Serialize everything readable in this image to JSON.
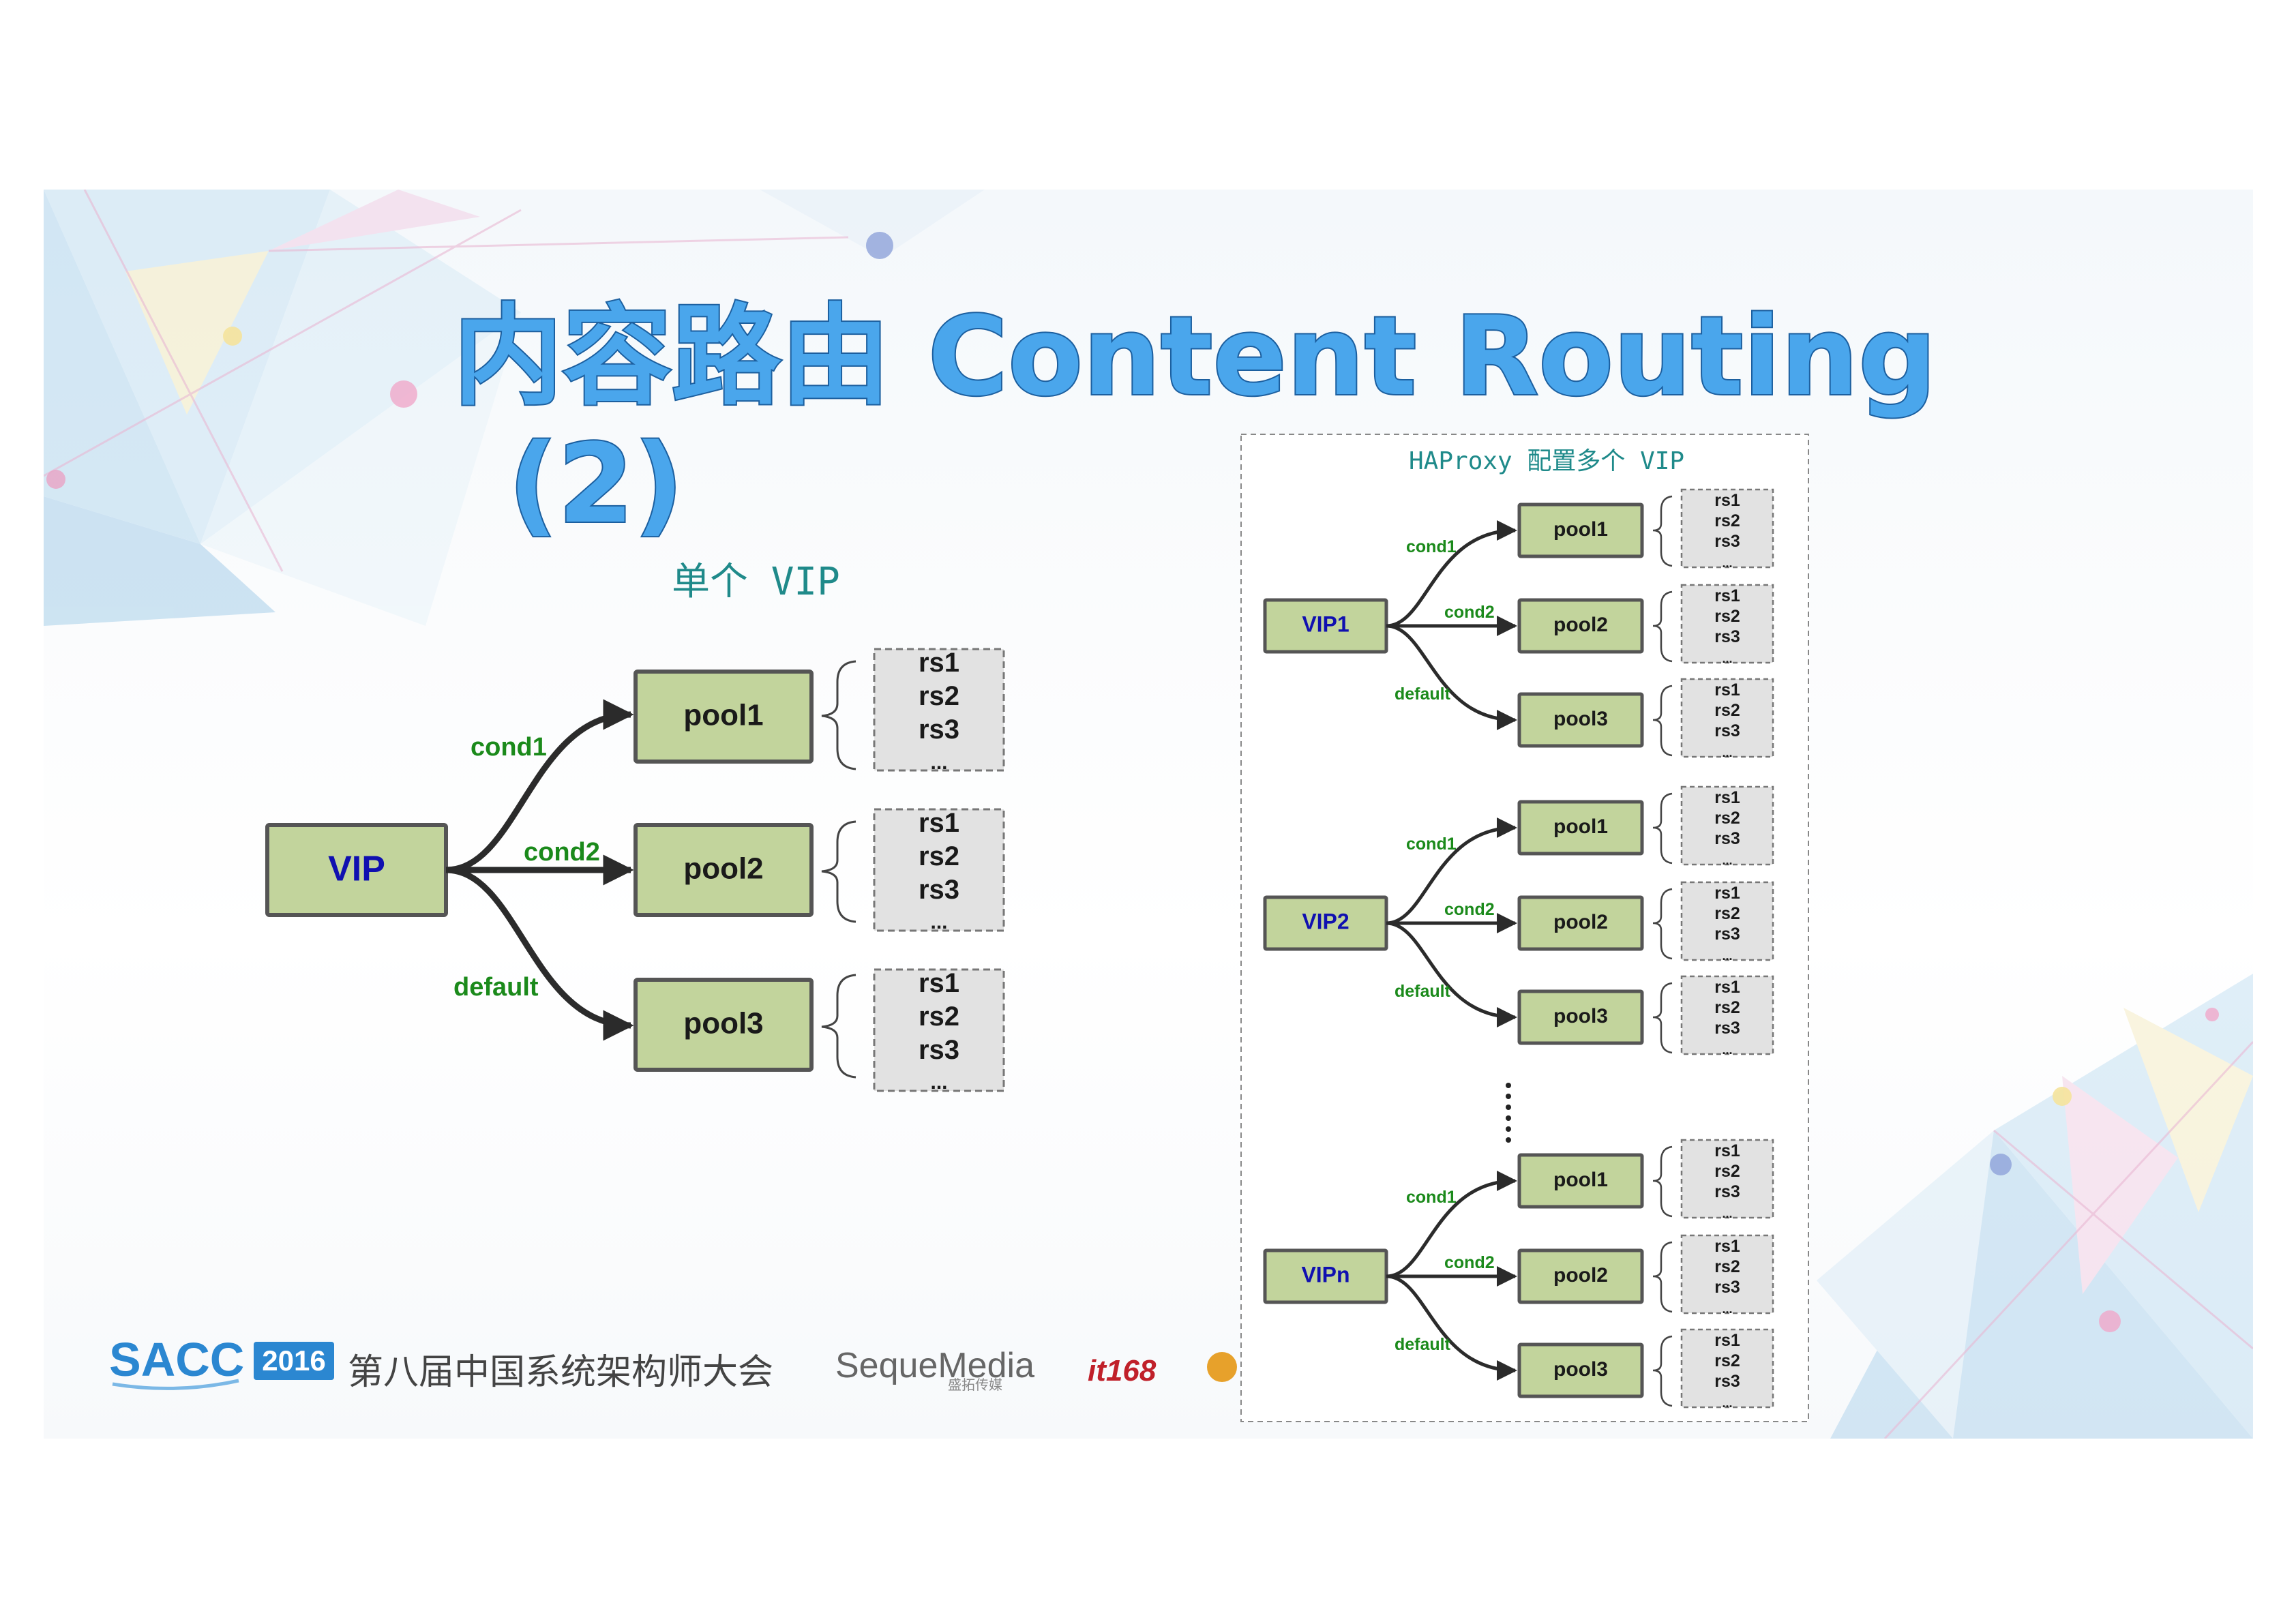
{
  "title": {
    "line1": "内容路由 Content Routing",
    "line2": "(2)"
  },
  "single": {
    "caption": "单个 VIP",
    "vip": "VIP",
    "routes": [
      {
        "cond": "cond1",
        "pool": "pool1",
        "servers": [
          "rs1",
          "rs2",
          "rs3",
          "..."
        ]
      },
      {
        "cond": "cond2",
        "pool": "pool2",
        "servers": [
          "rs1",
          "rs2",
          "rs3",
          "..."
        ]
      },
      {
        "cond": "default",
        "pool": "pool3",
        "servers": [
          "rs1",
          "rs2",
          "rs3",
          "..."
        ]
      }
    ]
  },
  "multi": {
    "caption": "HAProxy 配置多个 VIP",
    "groups": [
      {
        "vip": "VIP1",
        "routes": [
          {
            "cond": "cond1",
            "pool": "pool1",
            "servers": [
              "rs1",
              "rs2",
              "rs3",
              "..."
            ]
          },
          {
            "cond": "cond2",
            "pool": "pool2",
            "servers": [
              "rs1",
              "rs2",
              "rs3",
              "..."
            ]
          },
          {
            "cond": "default",
            "pool": "pool3",
            "servers": [
              "rs1",
              "rs2",
              "rs3",
              "..."
            ]
          }
        ]
      },
      {
        "vip": "VIP2",
        "routes": [
          {
            "cond": "cond1",
            "pool": "pool1",
            "servers": [
              "rs1",
              "rs2",
              "rs3",
              "..."
            ]
          },
          {
            "cond": "cond2",
            "pool": "pool2",
            "servers": [
              "rs1",
              "rs2",
              "rs3",
              "..."
            ]
          },
          {
            "cond": "default",
            "pool": "pool3",
            "servers": [
              "rs1",
              "rs2",
              "rs3",
              "..."
            ]
          }
        ]
      },
      {
        "vip": "VIPn",
        "routes": [
          {
            "cond": "cond1",
            "pool": "pool1",
            "servers": [
              "rs1",
              "rs2",
              "rs3",
              "..."
            ]
          },
          {
            "cond": "cond2",
            "pool": "pool2",
            "servers": [
              "rs1",
              "rs2",
              "rs3",
              "..."
            ]
          },
          {
            "cond": "default",
            "pool": "pool3",
            "servers": [
              "rs1",
              "rs2",
              "rs3",
              "..."
            ]
          }
        ]
      }
    ]
  },
  "footer": {
    "brand": "SACC",
    "year": "2016",
    "conference": "第八届中国系统架构师大会",
    "sponsor": "SequeMedia",
    "sponsor_sub": "盛拓传媒",
    "logo2": "it168"
  },
  "colors": {
    "pool_fill": "#c2d49c",
    "box_stroke": "#555555",
    "vip_text": "#1010b0",
    "cond_text": "#1b8a1b",
    "title_fill": "#4aa6ec",
    "caption_text": "#1f8a8a"
  }
}
